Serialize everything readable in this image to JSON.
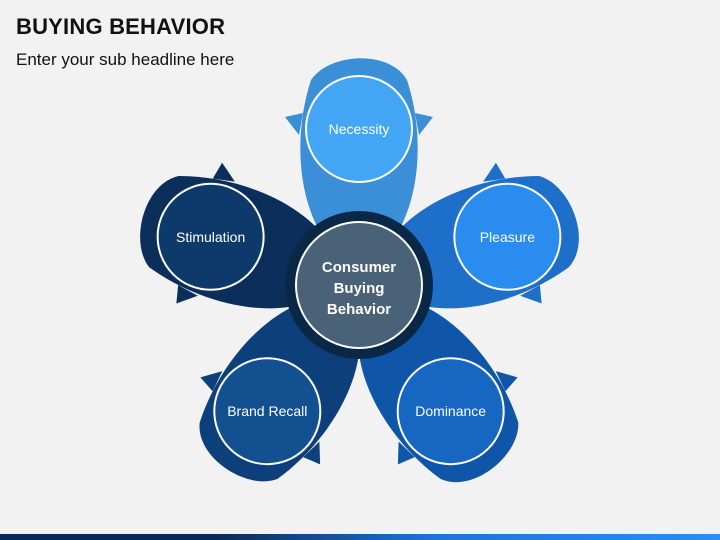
{
  "header": {
    "title": "BUYING BEHAVIOR",
    "subtitle": "Enter your sub headline here"
  },
  "diagram": {
    "center": {
      "lines": [
        "Consumer",
        "Buying",
        "Behavior"
      ],
      "color": "#4a6278"
    },
    "petals": [
      {
        "label": "Necessity",
        "petal_color": "#3a8fd6",
        "circle_color": "#43a6f5"
      },
      {
        "label": "Pleasure",
        "petal_color": "#1e6fc9",
        "circle_color": "#2b8cf0"
      },
      {
        "label": "Dominance",
        "petal_color": "#0f55a8",
        "circle_color": "#1766c2"
      },
      {
        "label": "Brand Recall",
        "petal_color": "#0d3f7a",
        "circle_color": "#12508f"
      },
      {
        "label": "Stimulation",
        "petal_color": "#0b2f5a",
        "circle_color": "#0e3a6b"
      }
    ]
  },
  "colors": {
    "ring": "#0b2746",
    "background": "#f2f2f2"
  }
}
